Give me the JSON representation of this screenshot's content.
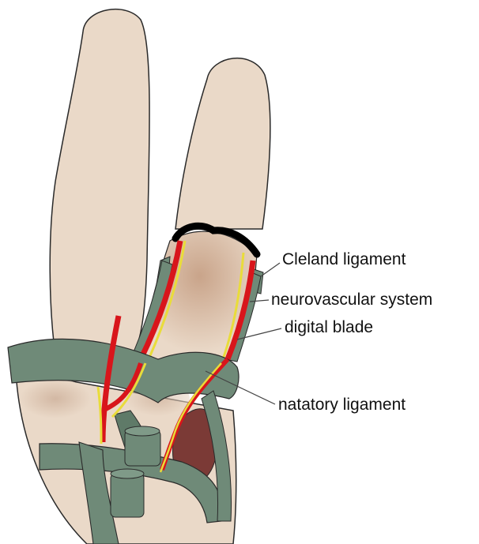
{
  "labels": {
    "cleland": "Cleland ligament",
    "neurovascular": "neurovascular system",
    "digital_blade": "digital blade",
    "natatory": "natatory ligament"
  },
  "colors": {
    "skin": "#ead9c8",
    "skin_shadow": "#d8bba4",
    "ligament": "#6f8a78",
    "ligament_dark": "#5f7a68",
    "artery": "#d8151b",
    "nerve": "#e9dc3a",
    "muscle": "#7b3a36",
    "outline": "#2a2a2a",
    "cut_edge": "#000000"
  }
}
